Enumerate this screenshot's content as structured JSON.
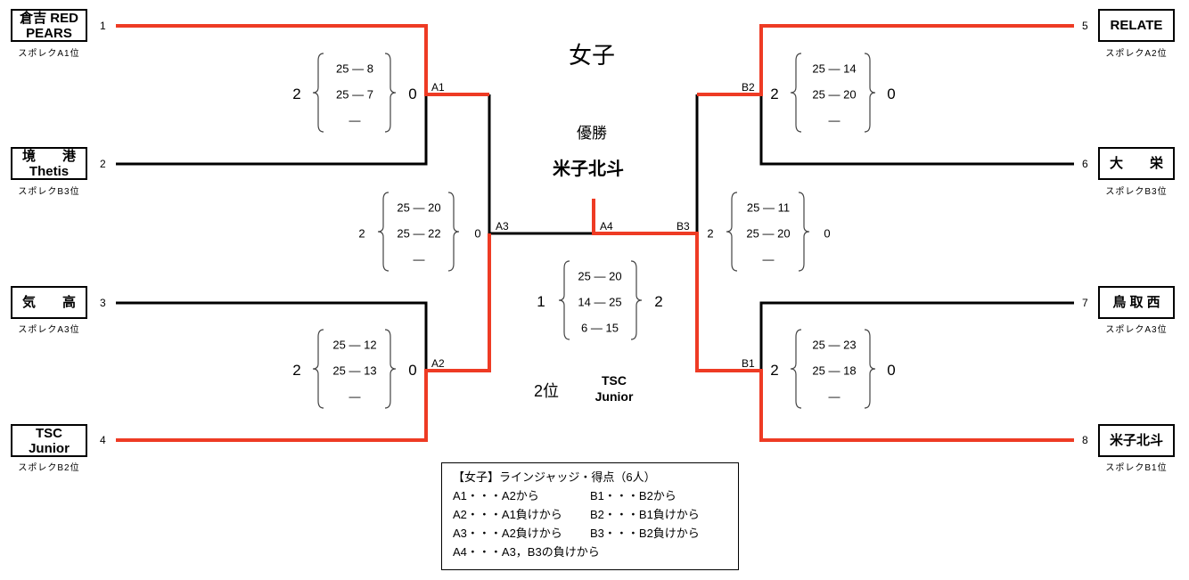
{
  "title": "女子",
  "champion_label": "優勝",
  "champion": "米子北斗",
  "runner_up_label": "2位",
  "runner_up": [
    "TSC",
    "Junior"
  ],
  "colors": {
    "winner_line": "#ee3b24",
    "line": "#000000"
  },
  "teams": [
    {
      "seed": "1",
      "name": [
        "倉吉 RED",
        "PEARS"
      ],
      "sub": "スポレクA1位"
    },
    {
      "seed": "2",
      "name": [
        "境　　港",
        "Thetis"
      ],
      "sub": "スポレクB3位"
    },
    {
      "seed": "3",
      "name": [
        "気　　高"
      ],
      "sub": "スポレクA3位"
    },
    {
      "seed": "4",
      "name": [
        "TSC",
        "Junior"
      ],
      "sub": "スポレクB2位"
    },
    {
      "seed": "5",
      "name": [
        "RELATE"
      ],
      "sub": "スポレクA2位"
    },
    {
      "seed": "6",
      "name": [
        "大　　栄"
      ],
      "sub": "スポレクB3位"
    },
    {
      "seed": "7",
      "name": [
        "鳥 取 西"
      ],
      "sub": "スポレクA3位"
    },
    {
      "seed": "8",
      "name": [
        "米子北斗"
      ],
      "sub": "スポレクB1位"
    }
  ],
  "matches": {
    "A1": {
      "label": "A1",
      "left": "2",
      "right": "0",
      "sets": [
        "25 ― 8",
        "25 ― 7",
        "―"
      ]
    },
    "A2": {
      "label": "A2",
      "left": "2",
      "right": "0",
      "sets": [
        "25 ― 12",
        "25 ― 13",
        "―"
      ]
    },
    "A3": {
      "label": "A3",
      "left": "2",
      "right": "0",
      "sets": [
        "25 ― 20",
        "25 ― 22",
        "―"
      ]
    },
    "A4": {
      "label": "A4",
      "left": "1",
      "right": "2",
      "sets": [
        "25 ― 20",
        "14 ― 25",
        "6 ― 15"
      ]
    },
    "B1": {
      "label": "B1",
      "left": "2",
      "right": "0",
      "sets": [
        "25 ― 23",
        "25 ― 18",
        "―"
      ]
    },
    "B2": {
      "label": "B2",
      "left": "2",
      "right": "0",
      "sets": [
        "25 ― 14",
        "25 ― 20",
        "―"
      ]
    },
    "B3": {
      "label": "B3",
      "left": "2",
      "right": "0",
      "sets": [
        "25 ― 11",
        "25 ― 20",
        "―"
      ]
    }
  },
  "legend": {
    "title": "【女子】ラインジャッジ・得点（6人）",
    "rows": [
      [
        "A1・・・A2から",
        "B1・・・B2から"
      ],
      [
        "A2・・・A1負けから",
        "B2・・・B1負けから"
      ],
      [
        "A3・・・A2負けから",
        "B3・・・B2負けから"
      ],
      [
        "A4・・・A3，B3の負けから"
      ]
    ]
  }
}
